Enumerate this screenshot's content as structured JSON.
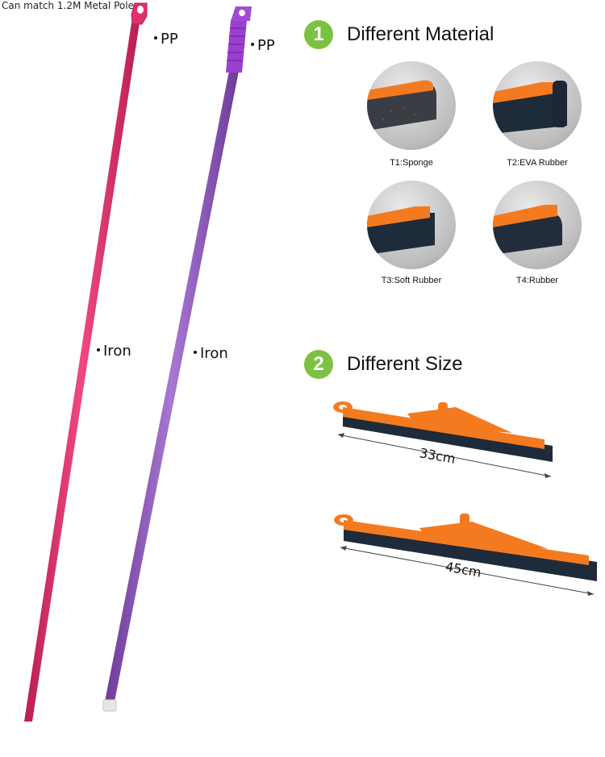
{
  "header": {
    "note": "Can match 1.2M Metal Pole"
  },
  "poles": {
    "pink": {
      "tip_label": "PP",
      "body_label": "Iron",
      "color": "#e0306e"
    },
    "purple": {
      "tip_label": "PP",
      "body_label": "Iron",
      "color": "#8a4fb5",
      "grip_color": "#9b3fd0"
    }
  },
  "section1": {
    "number": "1",
    "title": "Different Material",
    "items": [
      {
        "caption": "T1:Sponge"
      },
      {
        "caption": "T2:EVA Rubber"
      },
      {
        "caption": "T3:Soft Rubber"
      },
      {
        "caption": "T4:Rubber"
      }
    ]
  },
  "section2": {
    "number": "2",
    "title": "Different Size",
    "items": [
      {
        "size": "33cm"
      },
      {
        "size": "45cm"
      }
    ]
  },
  "colors": {
    "accent_green": "#7cc242",
    "squeegee_orange": "#f47a20",
    "rubber_dark": "#1e2b3a"
  }
}
